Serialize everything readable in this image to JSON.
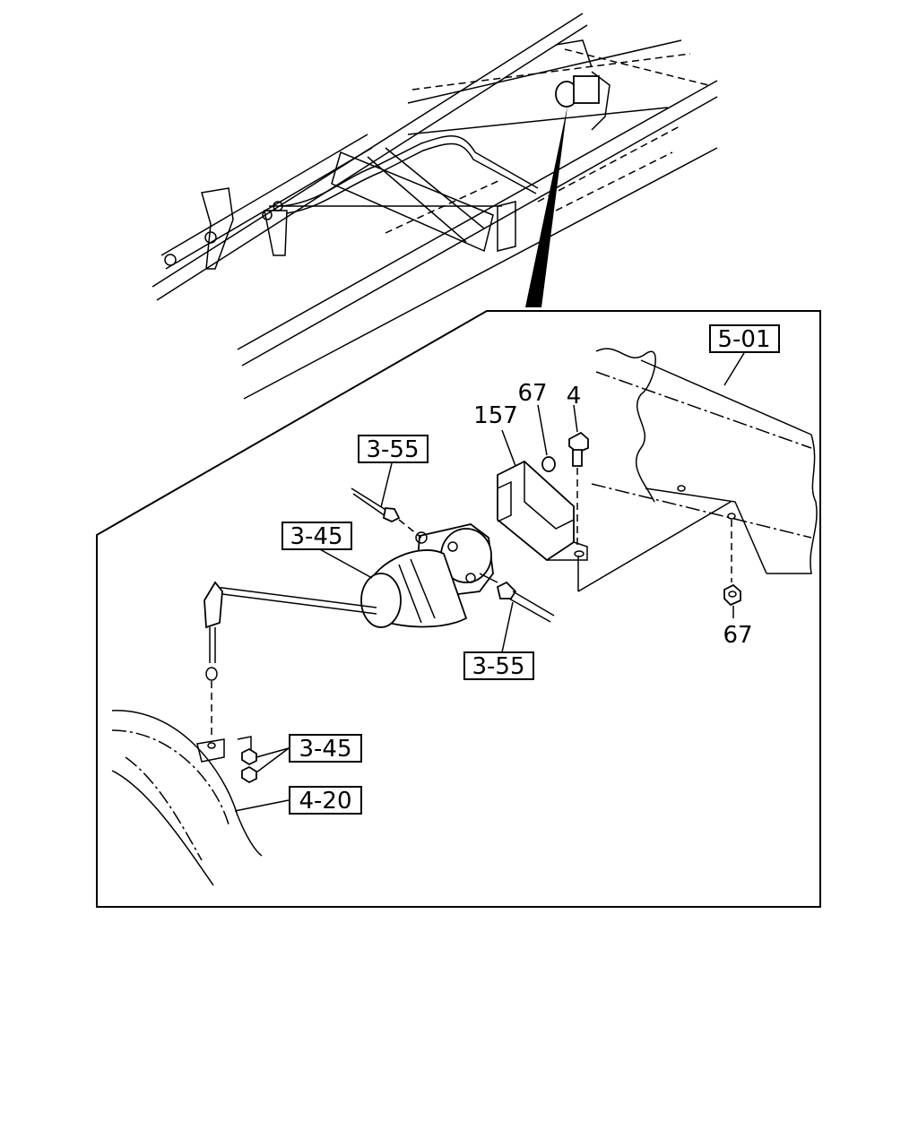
{
  "callouts": {
    "ref_5_01": "5-01",
    "ref_3_55_top": "3-55",
    "ref_3_45_mid": "3-45",
    "ref_3_55_bottom": "3-55",
    "ref_3_45_bottom": "3-45",
    "ref_4_20": "4-20",
    "part_157": "157",
    "part_67_top": "67",
    "part_4": "4",
    "part_67_bottom": "67"
  }
}
